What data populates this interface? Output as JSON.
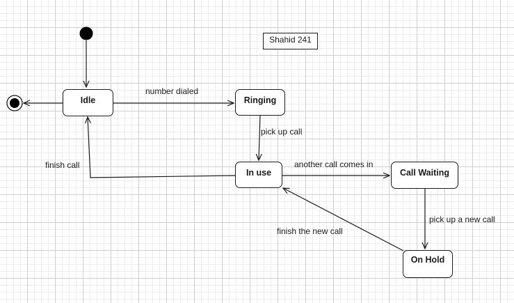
{
  "diagram": {
    "note": "Shahid 241",
    "states": {
      "idle": "Idle",
      "ringing": "Ringing",
      "in_use": "In use",
      "call_waiting": "Call Waiting",
      "on_hold": "On Hold"
    },
    "transitions": {
      "idle_to_ringing": "number dialed",
      "ringing_to_in_use": "pick up call",
      "in_use_to_idle": "finish call",
      "in_use_to_call_waiting": "another call comes in",
      "call_waiting_to_on_hold": "pick up a new call",
      "on_hold_to_in_use": "finish the new call"
    },
    "colors": {
      "line": "#1a1a1a",
      "grid": "#cfcfcf"
    }
  }
}
